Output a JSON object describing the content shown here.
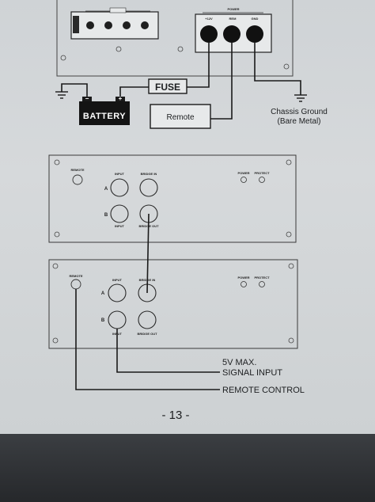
{
  "top_diagram": {
    "fuse_label": "FUSE",
    "battery_label": "BATTERY",
    "battery_minus": "−",
    "battery_plus": "+",
    "remote_label": "Remote",
    "chassis_ground_line1": "Chassis Ground",
    "chassis_ground_line2": "(Bare Metal)",
    "power_header": "POWER",
    "power_terminal_labels": [
      "+12V",
      "REM",
      "GND"
    ]
  },
  "amp_panel": {
    "remote": "REMOTE",
    "input": "INPUT",
    "bridge_in": "BRIDGE IN",
    "bridge_out": "BRIDGE OUT",
    "power": "POWER",
    "protect": "PROTECT",
    "channel_a": "A",
    "channel_b": "B"
  },
  "callouts": {
    "signal_line1": "5V MAX.",
    "signal_line2": "SIGNAL INPUT",
    "remote_control": "REMOTE CONTROL"
  },
  "page_number": "- 13 -"
}
